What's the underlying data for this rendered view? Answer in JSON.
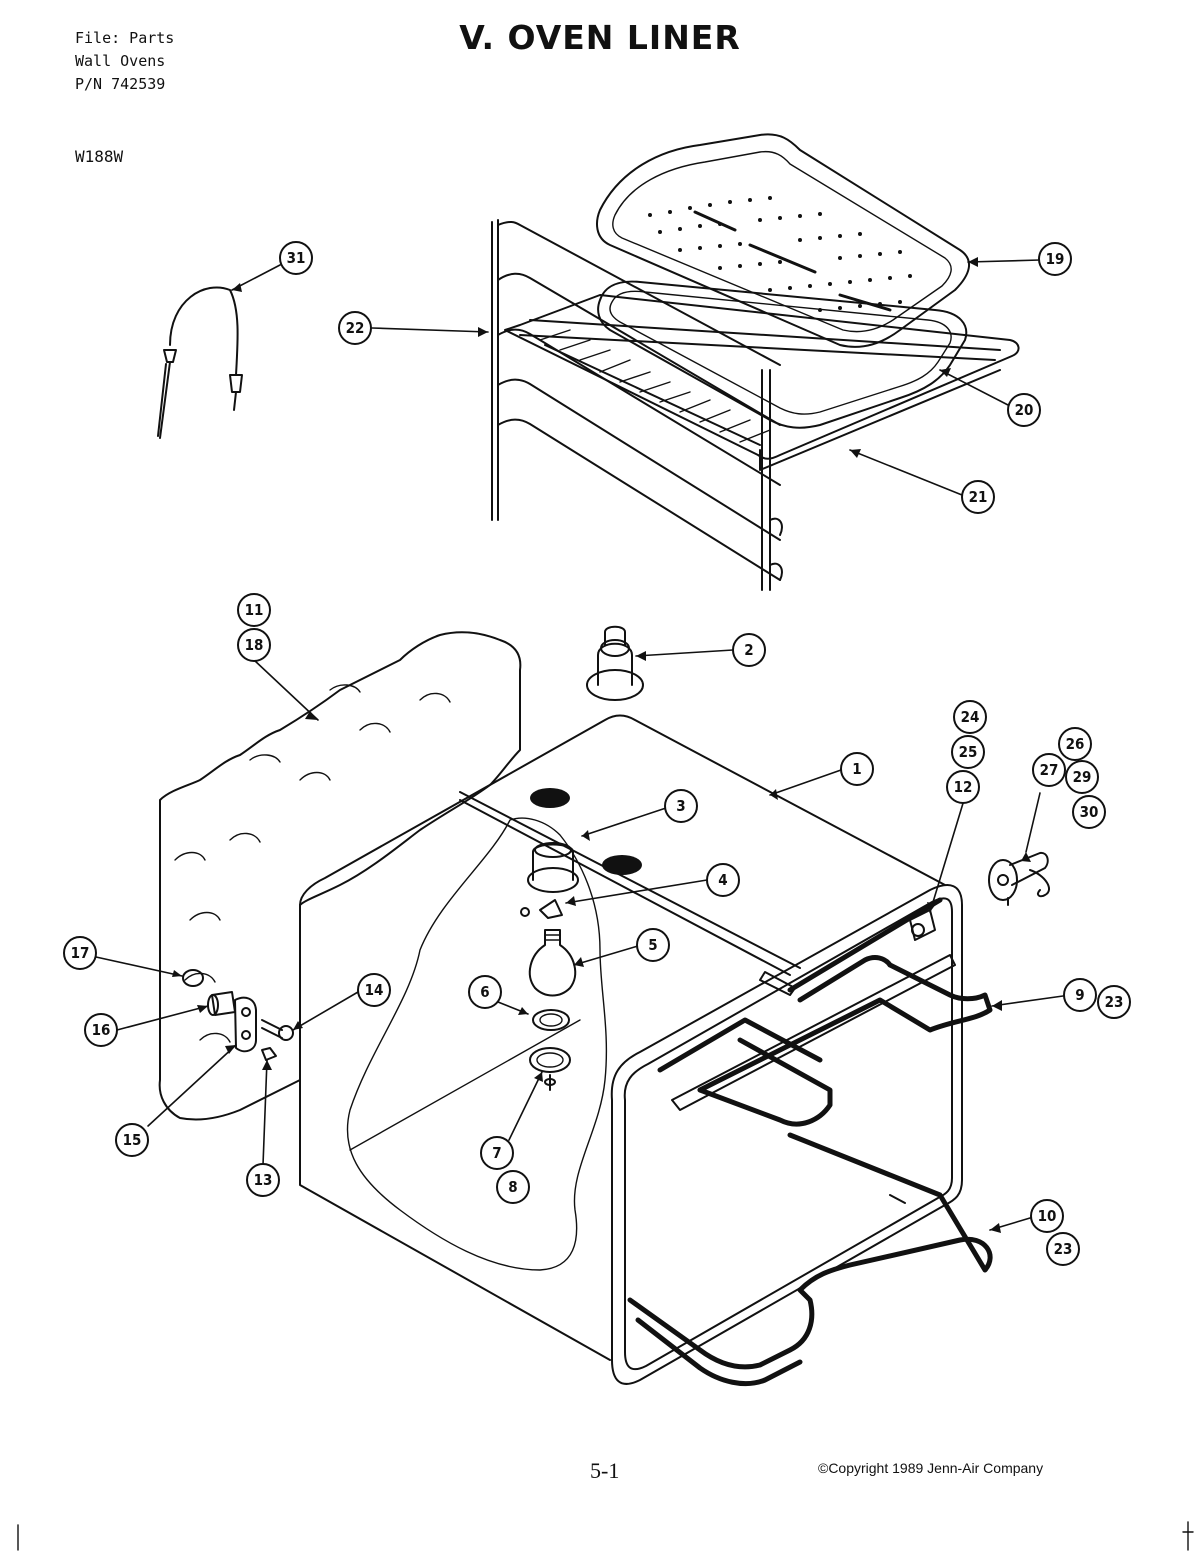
{
  "header": {
    "file_line": "File: Parts",
    "product_line": "Wall Ovens",
    "pn_line": "P/N 742539",
    "model": "W188W",
    "title": "V. OVEN LINER"
  },
  "footer": {
    "page_number": "5-1",
    "copyright": "©Copyright 1989 Jenn-Air Company"
  },
  "callouts": [
    "31",
    "22",
    "19",
    "20",
    "21",
    "11",
    "18",
    "2",
    "24",
    "25",
    "12",
    "26",
    "27",
    "29",
    "30",
    "1",
    "3",
    "4",
    "5",
    "6",
    "7",
    "8",
    "9",
    "23",
    "10",
    "23",
    "17",
    "16",
    "14",
    "15",
    "13"
  ]
}
